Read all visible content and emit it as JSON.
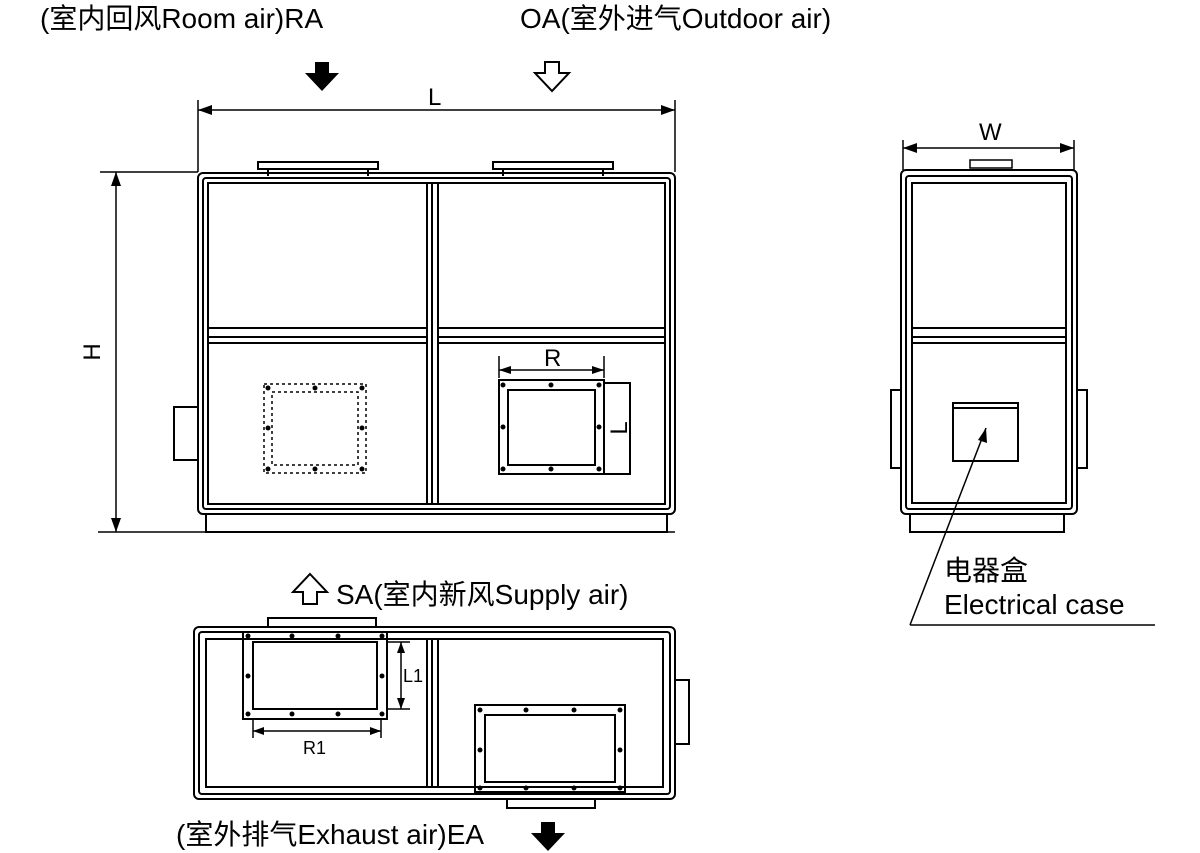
{
  "labels": {
    "room_air": "(室内回风Room air)RA",
    "outdoor_air": "OA(室外进气Outdoor air)",
    "supply_air": "SA(室内新风Supply air)",
    "exhaust_air": "(室外排气Exhaust air)EA",
    "electrical_case_cn": "电器盒",
    "electrical_case_en": "Electrical case"
  },
  "dimensions": {
    "length": "L",
    "height": "H",
    "width": "W",
    "outlet_width": "R",
    "outlet_height": "L",
    "bottom_outlet_width": "R1",
    "bottom_outlet_height": "L1"
  },
  "icons": {
    "room_air_arrow": "solid-down-arrow-icon",
    "outdoor_air_arrow": "hollow-down-arrow-icon",
    "supply_air_arrow": "hollow-up-arrow-icon",
    "exhaust_air_arrow": "solid-down-arrow-icon"
  }
}
